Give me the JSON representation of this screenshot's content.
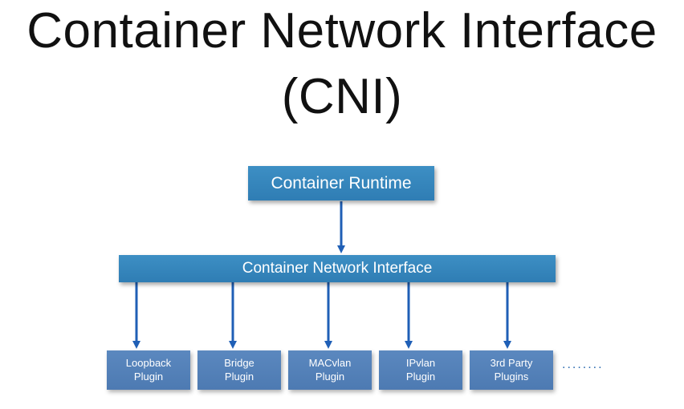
{
  "title": {
    "line1": "Container Network Interface",
    "line2": "(CNI)"
  },
  "runtime": {
    "label": "Container Runtime"
  },
  "cni": {
    "label": "Container Network Interface"
  },
  "plugins": [
    {
      "line1": "Loopback",
      "line2": "Plugin"
    },
    {
      "line1": "Bridge",
      "line2": "Plugin"
    },
    {
      "line1": "MACvlan",
      "line2": "Plugin"
    },
    {
      "line1": "IPvlan",
      "line2": "Plugin"
    },
    {
      "line1": "3rd Party",
      "line2": "Plugins"
    }
  ],
  "ellipsis": "........",
  "colors": {
    "box": "#3580b9",
    "plugin": "#5482ba",
    "arrow": "#1f5fb6"
  }
}
